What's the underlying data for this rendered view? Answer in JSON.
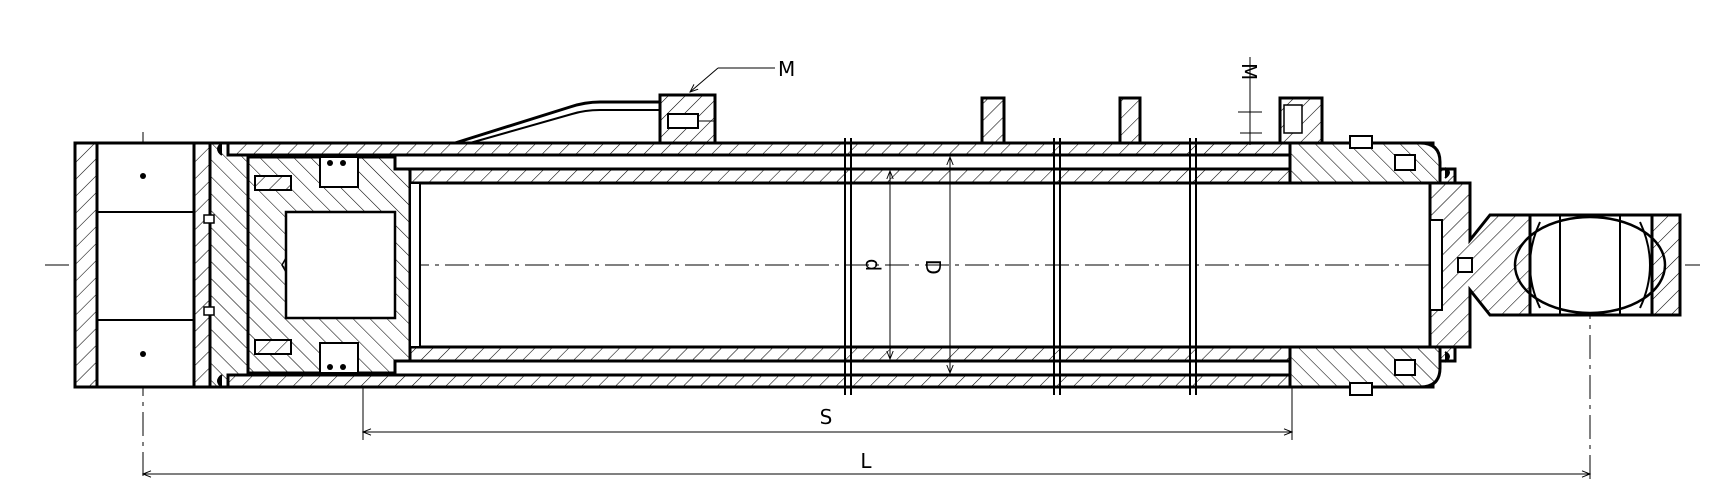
{
  "labels": {
    "port_top": "M",
    "port_right": "M",
    "rod_diameter": "d",
    "bore_diameter": "D",
    "stroke": "S",
    "length": "L"
  }
}
